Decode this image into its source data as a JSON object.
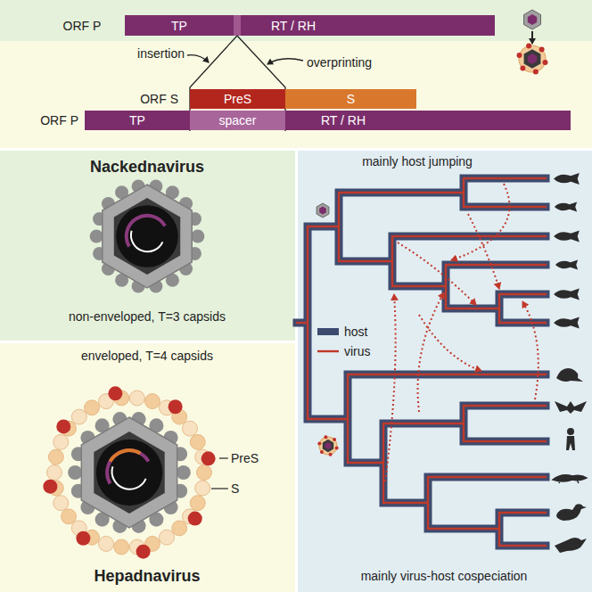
{
  "diagram": {
    "nodes": [
      {
        "text": [
          "TP"
        ]
      },
      {
        "text": [
          "RT / RH"
        ]
      },
      {
        "text": [
          "PreS"
        ]
      },
      {
        "text": [
          "S"
        ]
      },
      {
        "text": [
          "TP"
        ]
      },
      {
        "text": [
          "spacer"
        ]
      },
      {
        "text": [
          "RT / RH"
        ]
      },
      {
        "text": [
          "Nackednavirus",
          "non-enveloped, T=3 capsids"
        ]
      },
      {
        "text": [
          "enveloped, T=4 capsids",
          "Hepadnavirus"
        ]
      },
      {
        "text": [
          "mainly host jumping",
          "mainly virus-host cospeciation"
        ]
      }
    ],
    "labels": [
      "ORF P",
      "insertion",
      "overprinting",
      "ORF S",
      "ORF P",
      "PreS",
      "S"
    ],
    "legend": [
      {
        "text": "host"
      },
      {
        "text": "virus"
      }
    ]
  }
}
